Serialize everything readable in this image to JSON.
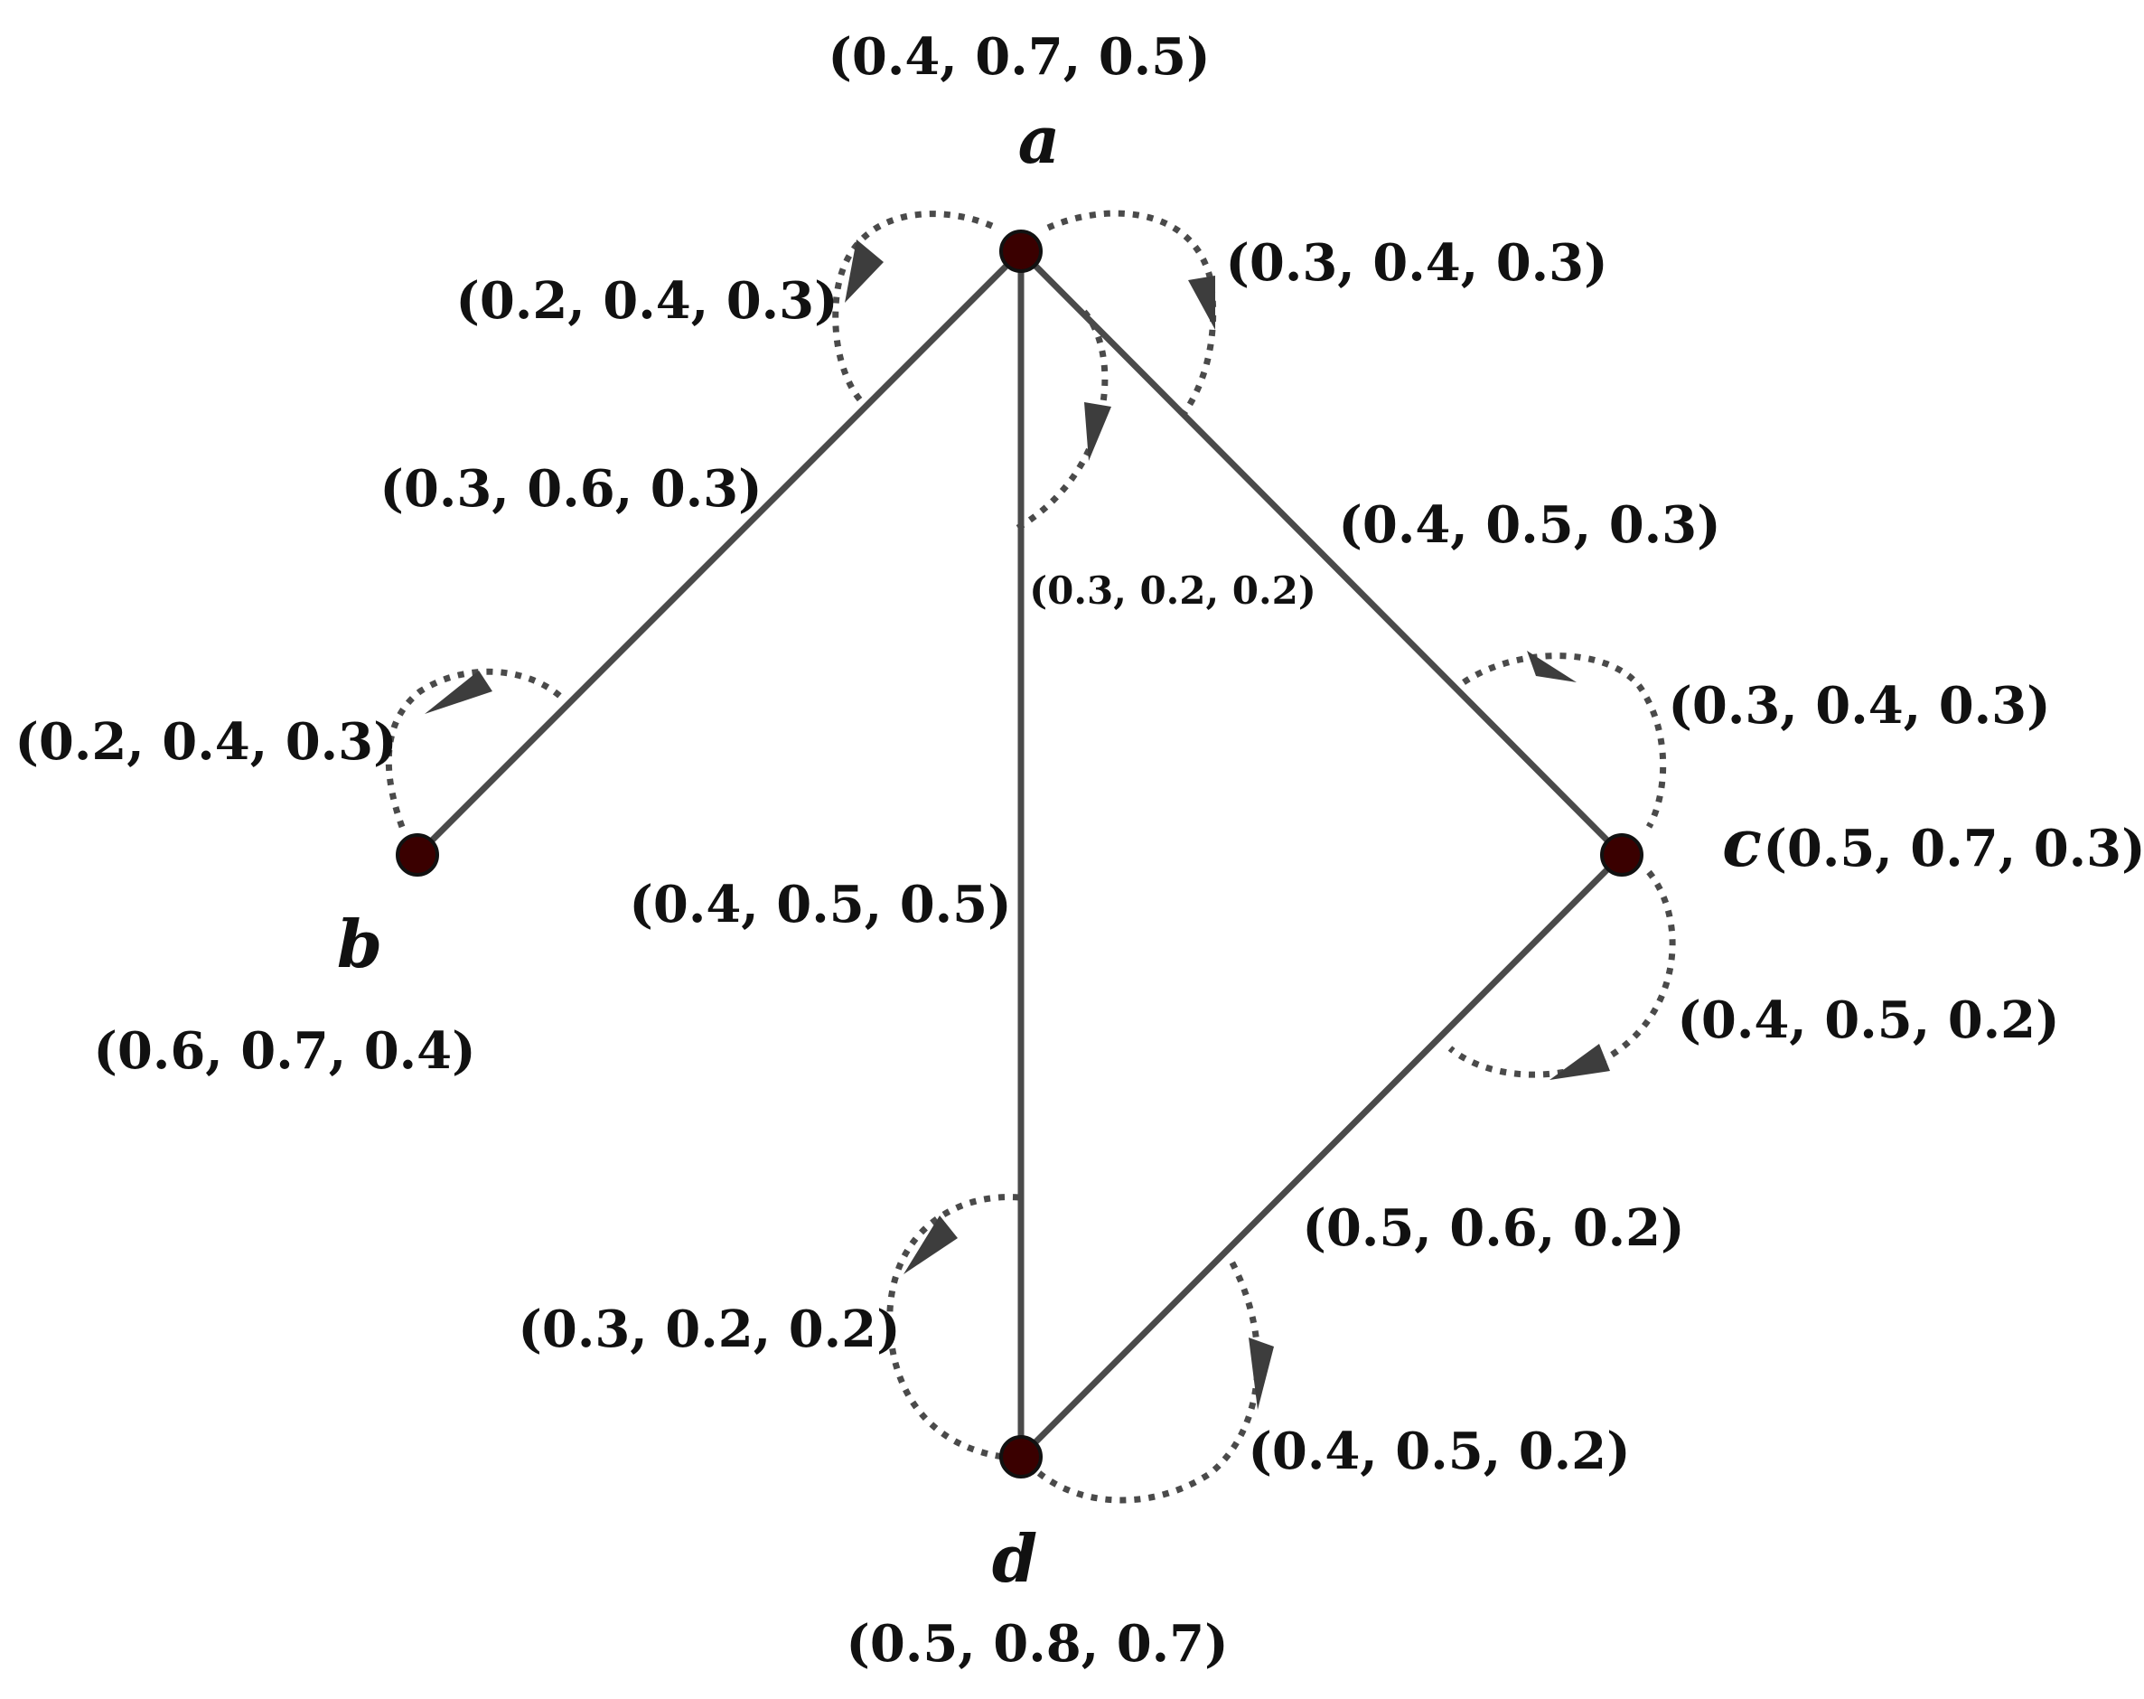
{
  "nodes": {
    "a": {
      "name": "a",
      "value": "(0.4, 0.7, 0.5)"
    },
    "b": {
      "name": "b",
      "value": "(0.6, 0.7, 0.4)"
    },
    "c": {
      "name": "c",
      "value": "(0.5, 0.7, 0.3)"
    },
    "d": {
      "name": "d",
      "value": "(0.5, 0.8, 0.7)"
    }
  },
  "edges": {
    "ab": {
      "from": "a",
      "to": "b",
      "label": "(0.3, 0.6, 0.3)"
    },
    "ac": {
      "from": "a",
      "to": "c",
      "label": "(0.4, 0.5, 0.3)"
    },
    "ad": {
      "from": "a",
      "to": "d",
      "label": "(0.4, 0.5, 0.5)"
    },
    "cd": {
      "from": "c",
      "to": "d",
      "label": "(0.5, 0.6, 0.2)"
    }
  },
  "loops": {
    "a_left": {
      "node": "a",
      "label": "(0.2, 0.4, 0.3)"
    },
    "a_right": {
      "node": "a",
      "label": "(0.3, 0.4, 0.3)"
    },
    "a_down": {
      "node": "a",
      "label": "(0.3, 0.2, 0.2)"
    },
    "b": {
      "node": "b",
      "label": "(0.2, 0.4, 0.3)"
    },
    "c_top": {
      "node": "c",
      "label": "(0.3, 0.4, 0.3)"
    },
    "c_bottom": {
      "node": "c",
      "label": "(0.4, 0.5, 0.2)"
    },
    "d_left": {
      "node": "d",
      "label": "(0.3, 0.2, 0.2)"
    },
    "d_right": {
      "node": "d",
      "label": "(0.4, 0.5, 0.2)"
    }
  },
  "colors": {
    "node_fill": "#3a0000",
    "edge": "#4a4a4a",
    "text": "#111111"
  }
}
